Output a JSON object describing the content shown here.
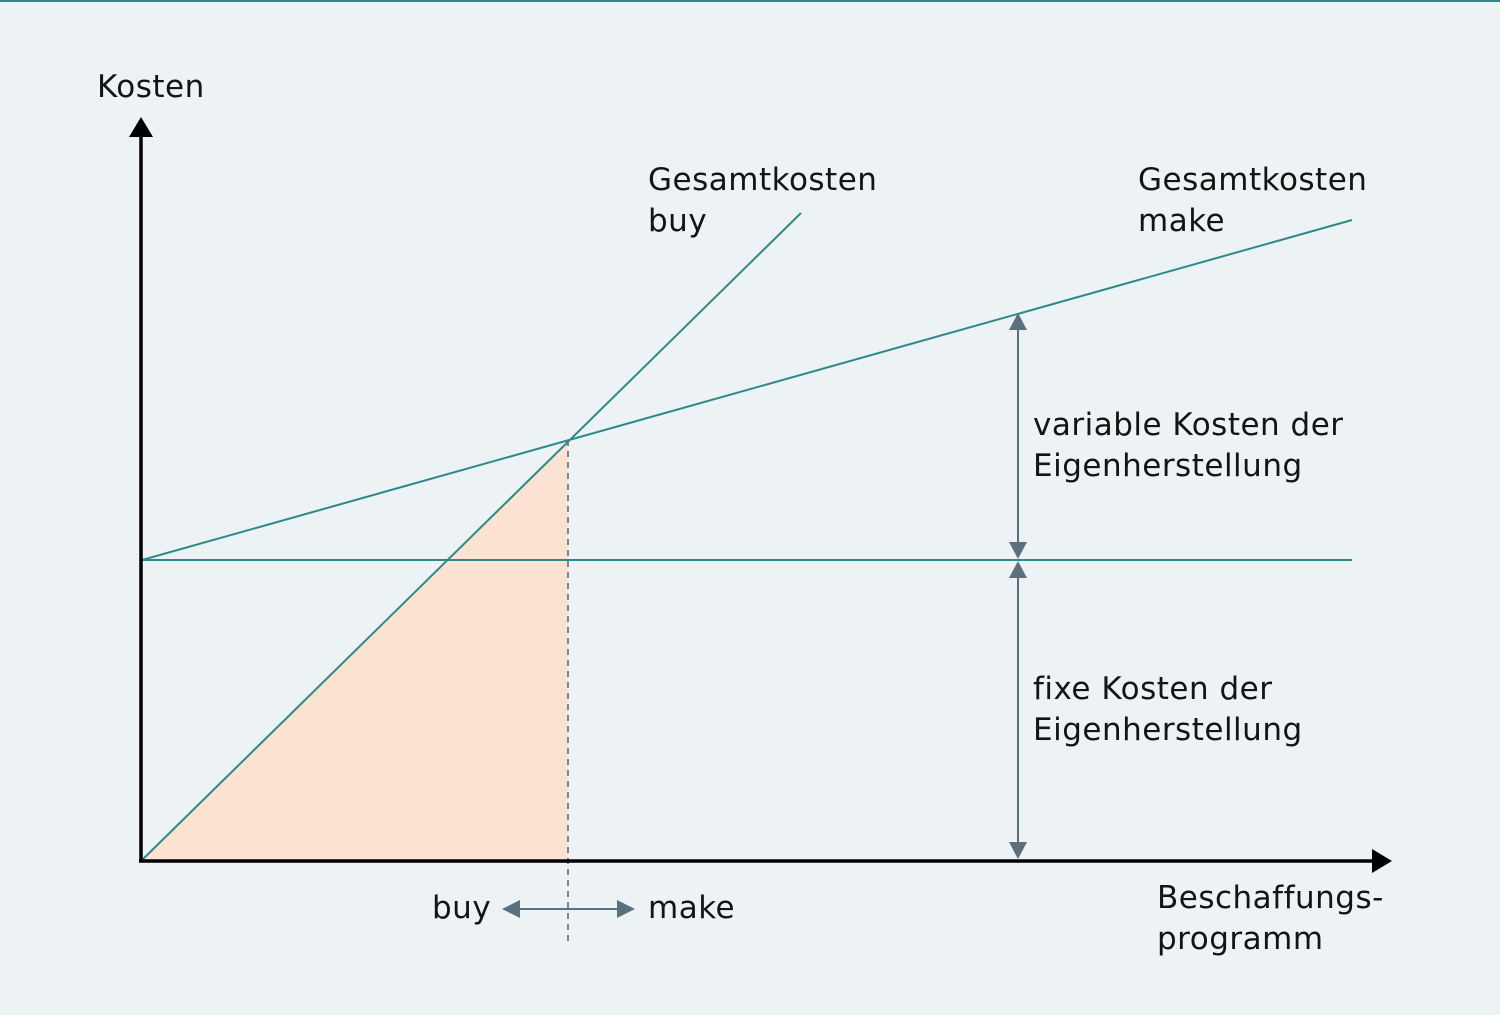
{
  "axes": {
    "y_label": "Kosten",
    "x_label_line1": "Beschaffungs-",
    "x_label_line2": "programm"
  },
  "lines": {
    "buy_line1": "Gesamtkosten",
    "buy_line2": "buy",
    "make_line1": "Gesamtkosten",
    "make_line2": "make"
  },
  "annotations": {
    "variable_line1": "variable Kosten der",
    "variable_line2": "Eigenherstellung",
    "fixed_line1": "fixe Kosten der",
    "fixed_line2": "Eigenherstellung",
    "buy": "buy",
    "make": "make"
  },
  "colors": {
    "line": "#2e8a89",
    "axis": "#000000",
    "arrow": "#5b6f7d",
    "buy_area_fill": "#fce3d1",
    "background": "#edf2f5"
  }
}
